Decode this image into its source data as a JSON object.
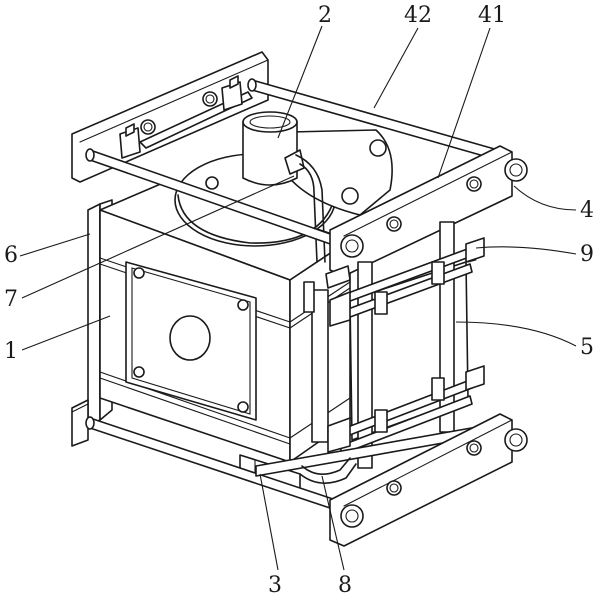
{
  "labels": {
    "l2": "2",
    "l42": "42",
    "l41": "41",
    "l4": "4",
    "l9": "9",
    "l5": "5",
    "l6": "6",
    "l7": "7",
    "l1": "1",
    "l3": "3",
    "l8": "8"
  }
}
